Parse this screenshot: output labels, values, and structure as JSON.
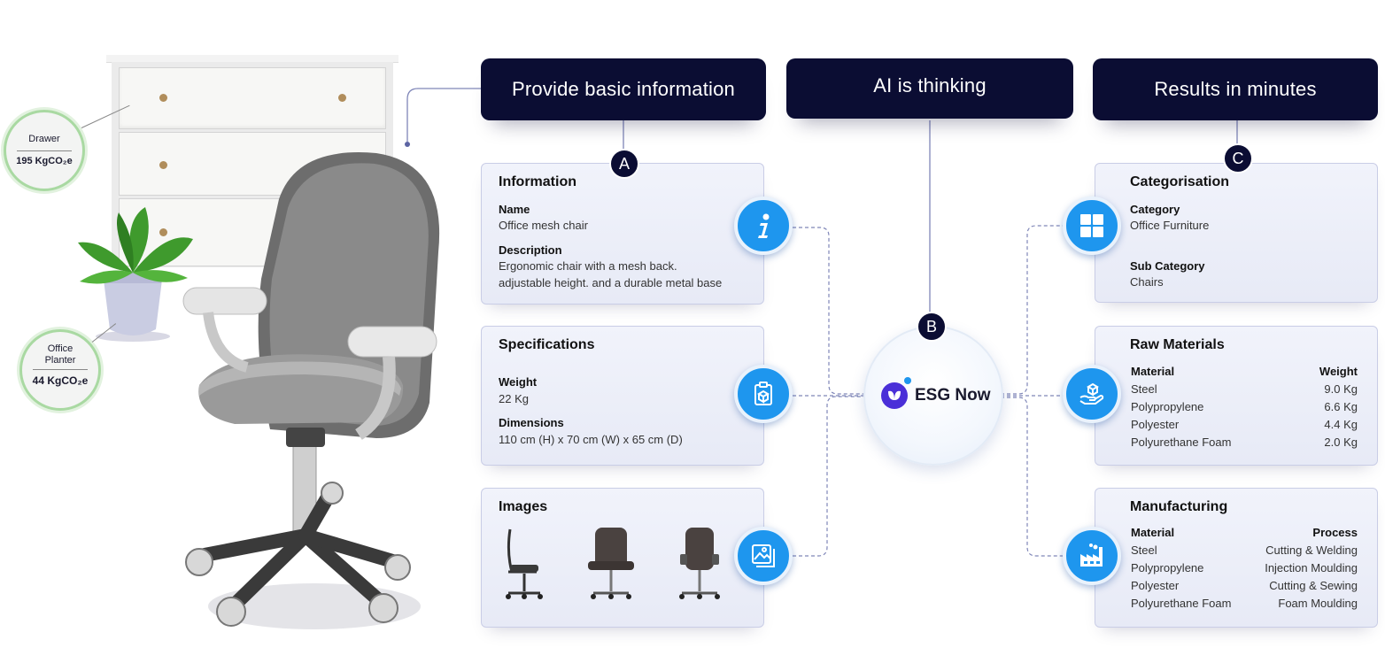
{
  "headers": {
    "provide": "Provide basic information",
    "thinking": "AI is thinking",
    "results": "Results in minutes"
  },
  "markers": {
    "a": "A",
    "b": "B",
    "c": "C"
  },
  "badges": {
    "drawer": {
      "label": "Drawer",
      "value": "195 KgCO₂e"
    },
    "planter": {
      "label": "Office\nPlanter",
      "value": "44 KgCO₂e"
    }
  },
  "information": {
    "title": "Information",
    "name_label": "Name",
    "name_value": "Office mesh chair",
    "description_label": "Description",
    "description_line1": "Ergonomic chair with a mesh back.",
    "description_line2": "adjustable height. and a durable metal base"
  },
  "specifications": {
    "title": "Specifications",
    "weight_label": "Weight",
    "weight_value": "22 Kg",
    "dimensions_label": "Dimensions",
    "dimensions_value": "110 cm (H) x 70 cm (W) x 65 cm (D)"
  },
  "images": {
    "title": "Images"
  },
  "center": {
    "logo_text": "ESG Now"
  },
  "categorisation": {
    "title": "Categorisation",
    "category_label": "Category",
    "category_value": "Office Furniture",
    "subcategory_label": "Sub Category",
    "subcategory_value": "Chairs"
  },
  "raw_materials": {
    "title": "Raw Materials",
    "col1": "Material",
    "col2": "Weight",
    "rows": [
      [
        "Steel",
        "9.0 Kg"
      ],
      [
        "Polypropylene",
        "6.6 Kg"
      ],
      [
        "Polyester",
        "4.4 Kg"
      ],
      [
        "Polyurethane Foam",
        "2.0 Kg"
      ]
    ]
  },
  "manufacturing": {
    "title": "Manufacturing",
    "col1": "Material",
    "col2": "Process",
    "rows": [
      [
        "Steel",
        "Cutting & Welding"
      ],
      [
        "Polypropylene",
        "Injection Moulding"
      ],
      [
        "Polyester",
        "Cutting & Sewing"
      ],
      [
        "Polyurethane Foam",
        "Foam Moulding"
      ]
    ]
  },
  "icons": {
    "info": "info-icon",
    "spec": "clipboard-box-icon",
    "images": "image-gallery-icon",
    "category": "grid-icon",
    "materials": "hand-box-icon",
    "manufacturing": "factory-icon"
  },
  "colors": {
    "navy": "#0b0d33",
    "accent": "#1e96ee",
    "logo": "#4a2fd8"
  }
}
